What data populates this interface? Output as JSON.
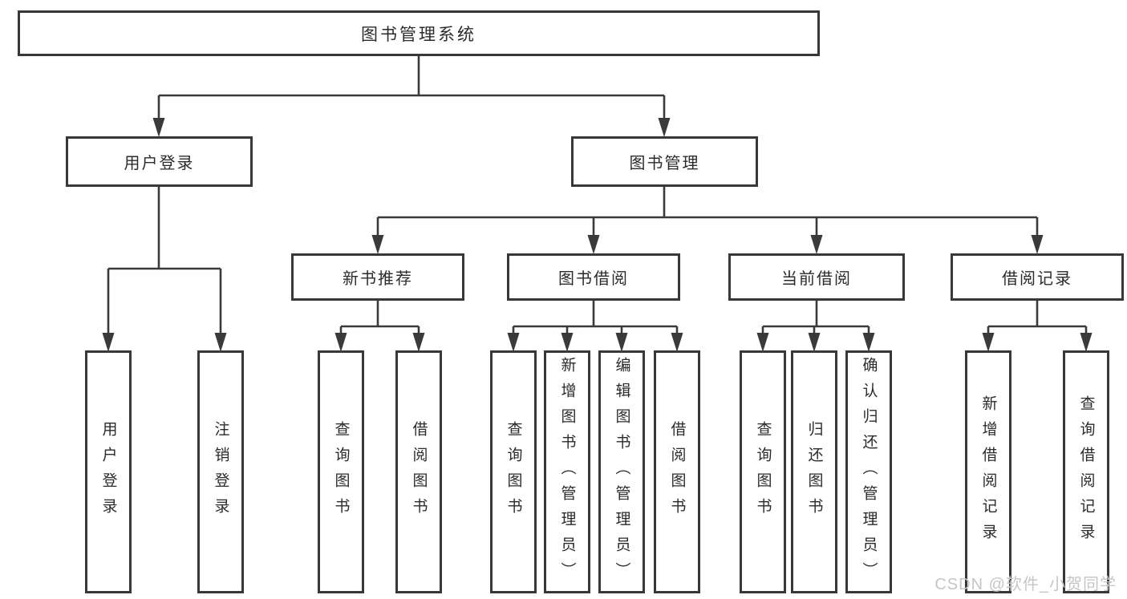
{
  "tree": {
    "label": "图书管理系统",
    "children": [
      {
        "label": "用户登录",
        "children": [
          {
            "label": "用户登录"
          },
          {
            "label": "注销登录"
          }
        ]
      },
      {
        "label": "图书管理",
        "children": [
          {
            "label": "新书推荐",
            "children": [
              {
                "label": "查询图书"
              },
              {
                "label": "借阅图书"
              }
            ]
          },
          {
            "label": "图书借阅",
            "children": [
              {
                "label": "查询图书"
              },
              {
                "label": "新增图书（管理员）"
              },
              {
                "label": "编辑图书（管理员）"
              },
              {
                "label": "借阅图书"
              }
            ]
          },
          {
            "label": "当前借阅",
            "children": [
              {
                "label": "查询图书"
              },
              {
                "label": "归还图书"
              },
              {
                "label": "确认归还（管理员）"
              }
            ]
          },
          {
            "label": "借阅记录",
            "children": [
              {
                "label": "新增借阅记录"
              },
              {
                "label": "查询借阅记录"
              }
            ]
          }
        ]
      }
    ]
  },
  "watermark": {
    "text": "CSDN @软件_小贺同学"
  },
  "colors": {
    "line": "#3a3a3a",
    "border": "#383838",
    "text": "#2b2b2b",
    "watermark": "#c6c6c6",
    "background": "#ffffff"
  }
}
